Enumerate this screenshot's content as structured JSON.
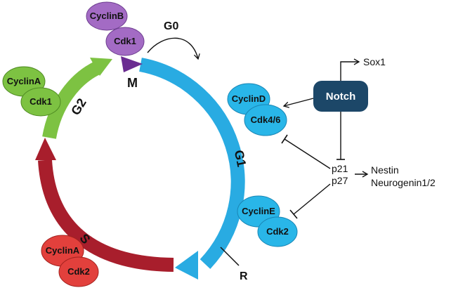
{
  "colors": {
    "g1": "#29abe2",
    "g1_dark": "#1a8fc4",
    "s": "#a81e2c",
    "g2": "#7dc242",
    "m": "#6a2c91",
    "cyclin_b": "#a36bc4",
    "cyclin_a_g2": "#7dc242",
    "cyclin_d": "#29b6e8",
    "cyclin_a_s": "#e2403c",
    "notch": "#1c4768"
  },
  "phases": {
    "g0": "G0",
    "g1": "G1",
    "g2": "G2",
    "s": "S",
    "m": "M",
    "r": "R"
  },
  "complexes": {
    "m_cyclin": "CyclinB",
    "m_cdk": "Cdk1",
    "g2_cyclin": "CyclinA",
    "g2_cdk": "Cdk1",
    "g1_cyclin_d": "CyclinD",
    "g1_cdk46": "Cdk4/6",
    "g1_cyclin_e": "CyclinE",
    "g1_cdk2": "Cdk2",
    "s_cyclin": "CyclinA",
    "s_cdk": "Cdk2"
  },
  "regulators": {
    "notch": "Notch",
    "sox1": "Sox1",
    "p21": "p21",
    "p27": "p27",
    "nestin": "Nestin",
    "neurogenin": "Neurogenin1/2"
  }
}
